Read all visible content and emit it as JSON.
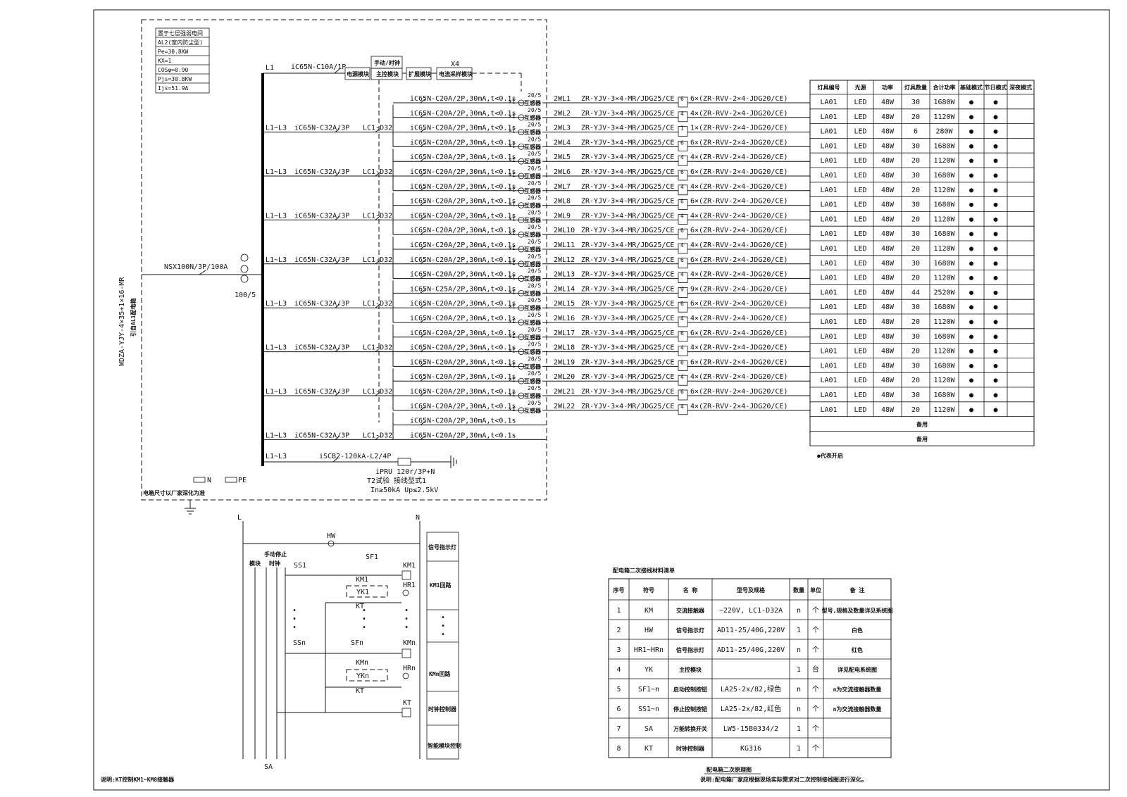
{
  "info_box": [
    "置于七层强弱电间",
    "AL2(室内防尘型)",
    "Pe=30.8KW",
    "KX=1",
    "COSφ=0.90",
    "Pjs=30.8KW",
    "Ijs=51.9A"
  ],
  "l1_label": "L1",
  "l1_breaker": "iC65N-C10A/1P",
  "module_power": "电源模块",
  "module_manual": "手动/时钟",
  "module_main": "主控模块",
  "module_ext": "扩展模块",
  "module_x4": "X4",
  "module_sample": "电流采样模块",
  "group_phase": "L1~L3",
  "group_breaker": "iC65N-C32A/3P",
  "group_contactor": "LC1-D32",
  "incoming_breaker": "NSX100N/3P/100A",
  "incoming_ct": "100/5",
  "incoming_cable": "WDZA-YJY-4×35+1×16-MR",
  "incoming_source": "引自AL1配电箱",
  "ct_ratio": "20/5",
  "transformer": "互感器",
  "x1": "×1",
  "circuits": [
    {
      "breaker": "iC65N-C20A/2P,30mA,t<0.1s",
      "id": "2WL1",
      "cable": "ZR-YJV-3×4-MR/JDG25/CE",
      "n": "6",
      "out": "6×(ZR-RVV-2×4-JDG20/CE)"
    },
    {
      "breaker": "iC65N-C20A/2P,30mA,t<0.1s",
      "id": "2WL2",
      "cable": "ZR-YJV-3×4-MR/JDG25/CE",
      "n": "4",
      "out": "4×(ZR-RVV-2×4-JDG20/CE)"
    },
    {
      "breaker": "iC65N-C20A/2P,30mA,t<0.1s",
      "id": "2WL3",
      "cable": "ZR-YJV-3×4-MR/JDG25/CE",
      "n": "1",
      "out": "1×(ZR-RVV-2×4-JDG20/CE)"
    },
    {
      "breaker": "iC65N-C20A/2P,30mA,t<0.1s",
      "id": "2WL4",
      "cable": "ZR-YJV-3×4-MR/JDG25/CE",
      "n": "6",
      "out": "6×(ZR-RVV-2×4-JDG20/CE)"
    },
    {
      "breaker": "iC65N-C20A/2P,30mA,t<0.1s",
      "id": "2WL5",
      "cable": "ZR-YJV-3×4-MR/JDG25/CE",
      "n": "4",
      "out": "4×(ZR-RVV-2×4-JDG20/CE)"
    },
    {
      "breaker": "iC65N-C20A/2P,30mA,t<0.1s",
      "id": "2WL6",
      "cable": "ZR-YJV-3×4-MR/JDG25/CE",
      "n": "6",
      "out": "6×(ZR-RVV-2×4-JDG20/CE)"
    },
    {
      "breaker": "iC65N-C20A/2P,30mA,t<0.1s",
      "id": "2WL7",
      "cable": "ZR-YJV-3×4-MR/JDG25/CE",
      "n": "4",
      "out": "4×(ZR-RVV-2×4-JDG20/CE)"
    },
    {
      "breaker": "iC65N-C20A/2P,30mA,t<0.1s",
      "id": "2WL8",
      "cable": "ZR-YJV-3×4-MR/JDG25/CE",
      "n": "6",
      "out": "6×(ZR-RVV-2×4-JDG20/CE)"
    },
    {
      "breaker": "iC65N-C20A/2P,30mA,t<0.1s",
      "id": "2WL9",
      "cable": "ZR-YJV-3×4-MR/JDG25/CE",
      "n": "4",
      "out": "4×(ZR-RVV-2×4-JDG20/CE)"
    },
    {
      "breaker": "iC65N-C20A/2P,30mA,t<0.1s",
      "id": "2WL10",
      "cable": "ZR-YJV-3×4-MR/JDG25/CE",
      "n": "6",
      "out": "6×(ZR-RVV-2×4-JDG20/CE)"
    },
    {
      "breaker": "iC65N-C20A/2P,30mA,t<0.1s",
      "id": "2WL11",
      "cable": "ZR-YJV-3×4-MR/JDG25/CE",
      "n": "4",
      "out": "4×(ZR-RVV-2×4-JDG20/CE)"
    },
    {
      "breaker": "iC65N-C20A/2P,30mA,t<0.1s",
      "id": "2WL12",
      "cable": "ZR-YJV-3×4-MR/JDG25/CE",
      "n": "6",
      "out": "6×(ZR-RVV-2×4-JDG20/CE)"
    },
    {
      "breaker": "iC65N-C20A/2P,30mA,t<0.1s",
      "id": "2WL13",
      "cable": "ZR-YJV-3×4-MR/JDG25/CE",
      "n": "4",
      "out": "4×(ZR-RVV-2×4-JDG20/CE)"
    },
    {
      "breaker": "iC65N-C25A/2P,30mA,t<0.1s",
      "id": "2WL14",
      "cable": "ZR-YJV-3×4-MR/JDG25/CE",
      "n": "9",
      "out": "9×(ZR-RVV-2×4-JDG20/CE)"
    },
    {
      "breaker": "iC65N-C20A/2P,30mA,t<0.1s",
      "id": "2WL15",
      "cable": "ZR-YJV-3×4-MR/JDG25/CE",
      "n": "6",
      "out": "6×(ZR-RVV-2×4-JDG20/CE)"
    },
    {
      "breaker": "iC65N-C20A/2P,30mA,t<0.1s",
      "id": "2WL16",
      "cable": "ZR-YJV-3×4-MR/JDG25/CE",
      "n": "4",
      "out": "4×(ZR-RVV-2×4-JDG20/CE)"
    },
    {
      "breaker": "iC65N-C20A/2P,30mA,t<0.1s",
      "id": "2WL17",
      "cable": "ZR-YJV-3×4-MR/JDG25/CE",
      "n": "6",
      "out": "6×(ZR-RVV-2×4-JDG20/CE)"
    },
    {
      "breaker": "iC65N-C20A/2P,30mA,t<0.1s",
      "id": "2WL18",
      "cable": "ZR-YJV-3×4-MR/JDG25/CE",
      "n": "4",
      "out": "4×(ZR-RVV-2×4-JDG20/CE)"
    },
    {
      "breaker": "iC65N-C20A/2P,30mA,t<0.1s",
      "id": "2WL19",
      "cable": "ZR-YJV-3×4-MR/JDG25/CE",
      "n": "6",
      "out": "6×(ZR-RVV-2×4-JDG20/CE)"
    },
    {
      "breaker": "iC65N-C20A/2P,30mA,t<0.1s",
      "id": "2WL20",
      "cable": "ZR-YJV-3×4-MR/JDG25/CE",
      "n": "4",
      "out": "4×(ZR-RVV-2×4-JDG20/CE)"
    },
    {
      "breaker": "iC65N-C20A/2P,30mA,t<0.1s",
      "id": "2WL21",
      "cable": "ZR-YJV-3×4-MR/JDG25/CE",
      "n": "6",
      "out": "6×(ZR-RVV-2×4-JDG20/CE)"
    },
    {
      "breaker": "iC65N-C20A/2P,30mA,t<0.1s",
      "id": "2WL22",
      "cable": "ZR-YJV-3×4-MR/JDG25/CE",
      "n": "4",
      "out": "4×(ZR-RVV-2×4-JDG20/CE)"
    },
    {
      "breaker": "iC65N-C20A/2P,30mA,t<0.1s",
      "id": "",
      "cable": "",
      "n": "",
      "out": ""
    },
    {
      "breaker": "iC65N-C20A/2P,30mA,t<0.1s",
      "id": "",
      "cable": "",
      "n": "",
      "out": ""
    }
  ],
  "spd_breaker": "iSCB2-120kA-L2/4P",
  "spd_lines": [
    "iPRU  120r/3P+N",
    "T2试验  接线型式1",
    "In≥50kA   Up≤2.5kV"
  ],
  "n_label": "N",
  "pe_label": "PE",
  "box_note": "电箱尺寸以厂家深化为准",
  "lamp_table": {
    "headers": [
      "灯具编号",
      "光源",
      "功率",
      "灯具数量",
      "合计功率",
      "基础模式",
      "节日模式",
      "深夜模式"
    ],
    "rows": [
      [
        "LA01",
        "LED",
        "48W",
        "30",
        "1680W",
        "●",
        "●",
        ""
      ],
      [
        "LA01",
        "LED",
        "48W",
        "20",
        "1120W",
        "●",
        "●",
        ""
      ],
      [
        "LA01",
        "LED",
        "48W",
        "6",
        "280W",
        "●",
        "●",
        ""
      ],
      [
        "LA01",
        "LED",
        "48W",
        "30",
        "1680W",
        "●",
        "●",
        ""
      ],
      [
        "LA01",
        "LED",
        "48W",
        "20",
        "1120W",
        "●",
        "●",
        ""
      ],
      [
        "LA01",
        "LED",
        "48W",
        "30",
        "1680W",
        "●",
        "●",
        ""
      ],
      [
        "LA01",
        "LED",
        "48W",
        "20",
        "1120W",
        "●",
        "●",
        ""
      ],
      [
        "LA01",
        "LED",
        "48W",
        "30",
        "1680W",
        "●",
        "●",
        ""
      ],
      [
        "LA01",
        "LED",
        "48W",
        "20",
        "1120W",
        "●",
        "●",
        ""
      ],
      [
        "LA01",
        "LED",
        "48W",
        "30",
        "1680W",
        "●",
        "●",
        ""
      ],
      [
        "LA01",
        "LED",
        "48W",
        "20",
        "1120W",
        "●",
        "●",
        ""
      ],
      [
        "LA01",
        "LED",
        "48W",
        "30",
        "1680W",
        "●",
        "●",
        ""
      ],
      [
        "LA01",
        "LED",
        "48W",
        "20",
        "1120W",
        "●",
        "●",
        ""
      ],
      [
        "LA01",
        "LED",
        "48W",
        "44",
        "2520W",
        "●",
        "●",
        ""
      ],
      [
        "LA01",
        "LED",
        "48W",
        "30",
        "1680W",
        "●",
        "●",
        ""
      ],
      [
        "LA01",
        "LED",
        "48W",
        "20",
        "1120W",
        "●",
        "●",
        ""
      ],
      [
        "LA01",
        "LED",
        "48W",
        "30",
        "1680W",
        "●",
        "●",
        ""
      ],
      [
        "LA01",
        "LED",
        "48W",
        "20",
        "1120W",
        "●",
        "●",
        ""
      ],
      [
        "LA01",
        "LED",
        "48W",
        "30",
        "1680W",
        "●",
        "●",
        ""
      ],
      [
        "LA01",
        "LED",
        "48W",
        "20",
        "1120W",
        "●",
        "●",
        ""
      ],
      [
        "LA01",
        "LED",
        "48W",
        "30",
        "1680W",
        "●",
        "●",
        ""
      ],
      [
        "LA01",
        "LED",
        "48W",
        "20",
        "1120W",
        "●",
        "●",
        ""
      ]
    ],
    "spare": [
      "备用",
      "备用"
    ],
    "legend": "●代表开启"
  },
  "control": {
    "L": "L",
    "N": "N",
    "HW": "HW",
    "manual_stop": "手动停止",
    "module": "模块",
    "clock": "时钟",
    "SS1": "SS1",
    "SF1": "SF1",
    "KM1": "KM1",
    "HR1": "HR1",
    "YK1": "YK1",
    "KT": "KT",
    "SSn": "SSn",
    "SFn": "SFn",
    "KMn": "KMn",
    "HRn": "HRn",
    "YKn": "YKn",
    "SA": "SA",
    "side_labels": [
      "信号指示灯",
      "KM1回路",
      "KMn回路",
      "时钟控制器",
      "智能模块控制"
    ],
    "note": "说明:KT控制KM1~KM8接触器"
  },
  "materials": {
    "title": "配电箱二次接线材料清单",
    "headers": [
      "序号",
      "符号",
      "名 称",
      "型号及规格",
      "数量",
      "单位",
      "备 注"
    ],
    "rows": [
      [
        "1",
        "KM",
        "交流接触器",
        "~220V, LC1-D32A",
        "n",
        "个",
        "型号,规格及数量详见系统图"
      ],
      [
        "2",
        "HW",
        "信号指示灯",
        "AD11-25/40G,220V",
        "1",
        "个",
        "白色"
      ],
      [
        "3",
        "HR1~HRn",
        "信号指示灯",
        "AD11-25/40G,220V",
        "n",
        "个",
        "红色"
      ],
      [
        "4",
        "YK",
        "主控模块",
        "",
        "1",
        "台",
        "详见配电系统图"
      ],
      [
        "5",
        "SF1~n",
        "启动控制按钮",
        "LA25-2x/82,绿色",
        "n",
        "个",
        "n为交流接触器数量"
      ],
      [
        "6",
        "SS1~n",
        "停止控制按钮",
        "LA25-2x/82,红色",
        "n",
        "个",
        "n为交流接触器数量"
      ],
      [
        "7",
        "SA",
        "万能转换开关",
        "LW5-15B0334/2",
        "1",
        "个",
        ""
      ],
      [
        "8",
        "KT",
        "时钟控制器",
        "KG316",
        "1",
        "个",
        ""
      ]
    ],
    "footer_title": "配电箱二次原理图",
    "footer_note": "说明:配电箱厂家应根据现场实际需求对二次控制接线图进行深化。"
  }
}
